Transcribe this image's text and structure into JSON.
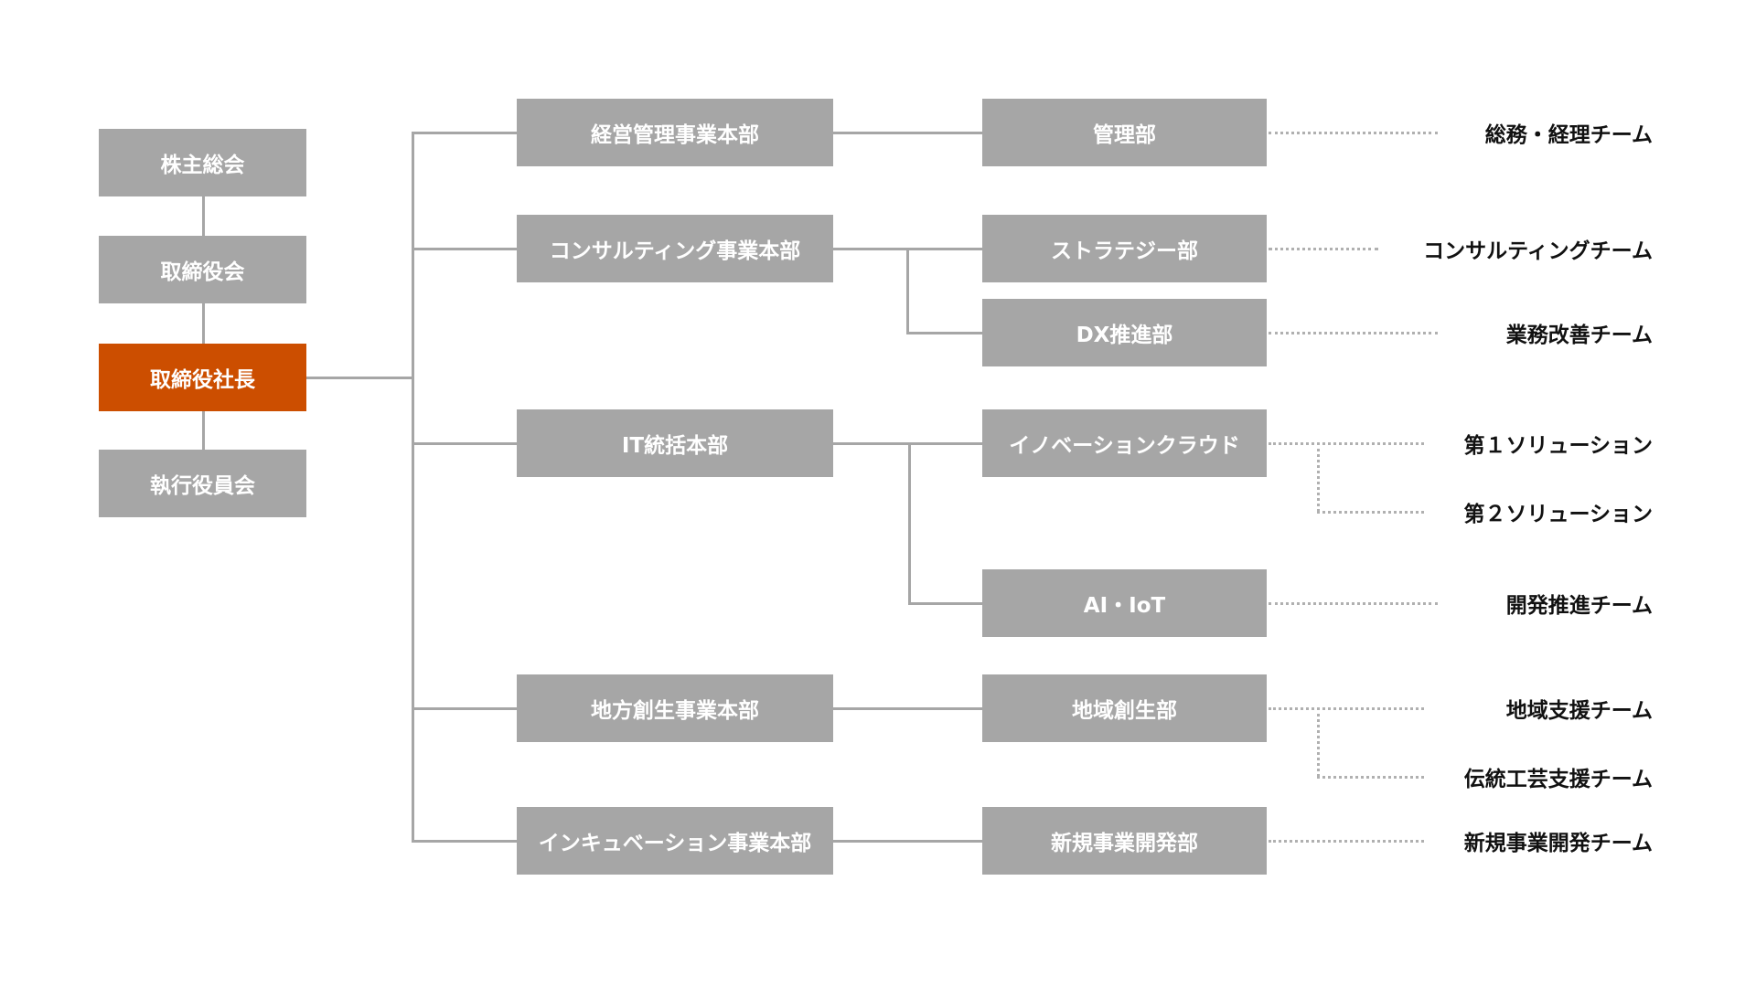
{
  "governance": [
    "株主総会",
    "取締役会",
    "取締役社長",
    "執行役員会"
  ],
  "divisions": [
    "経営管理事業本部",
    "コンサルティング事業本部",
    "IT統括本部",
    "地方創生事業本部",
    "インキュベーション事業本部"
  ],
  "departments": [
    "管理部",
    "ストラテジー部",
    "DX推進部",
    "イノベーションクラウド",
    "AI・IoT",
    "地域創生部",
    "新規事業開発部"
  ],
  "teams": [
    "総務・経理チーム",
    "コンサルティングチーム",
    "業務改善チーム",
    "第１ソリューション",
    "第２ソリューション",
    "開発推進チーム",
    "地域支援チーム",
    "伝統工芸支援チーム",
    "新規事業開発チーム"
  ],
  "colors": {
    "box": "#a6a6a6",
    "highlight": "#cc4e00"
  }
}
